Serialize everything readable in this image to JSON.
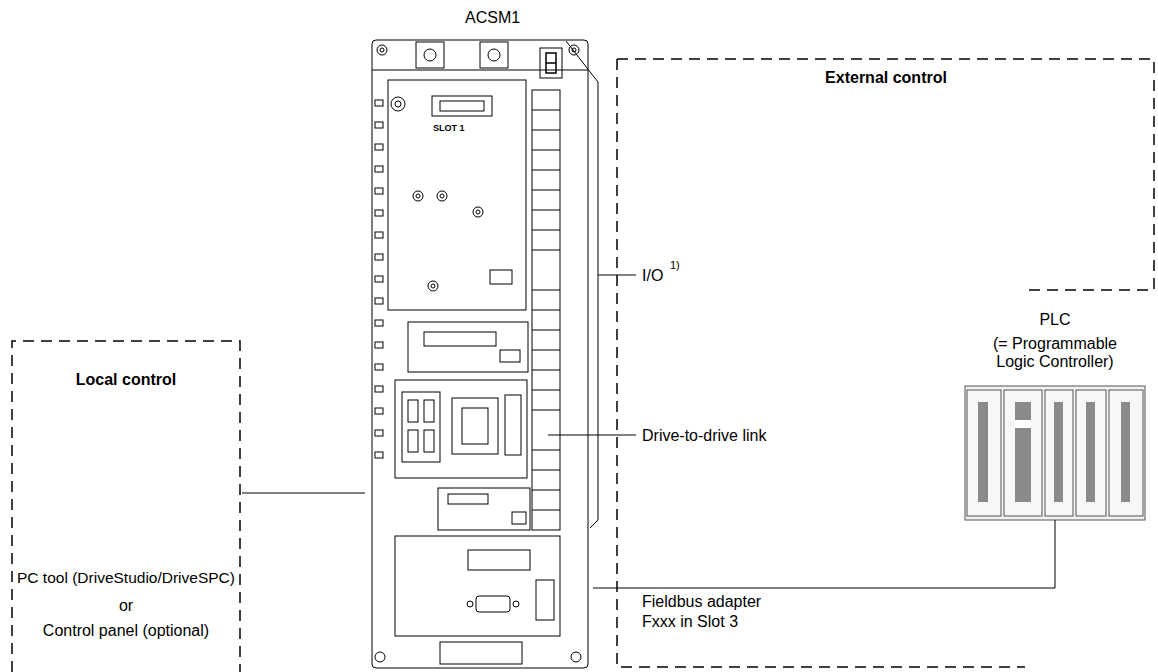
{
  "diagram": {
    "nodes": [
      {
        "text": [
          "ACSM1"
        ]
      },
      {
        "text": [
          "External control"
        ]
      },
      {
        "text": [
          "PLC",
          "(= Programmable Logic Controller)"
        ],
        "in": 1
      },
      {
        "text": [
          "Local control",
          "PC tool (DriveStudio/DriveSPC)",
          "or",
          "Control panel (optional)"
        ]
      }
    ],
    "edges": [
      {
        "from": 3,
        "to": 0,
        "arrow": "none"
      },
      {
        "from": 2,
        "to": 0,
        "arrow": "none",
        "label": "Fieldbus adapter Fxxx in Slot 3"
      }
    ],
    "labels": [
      "SLOT 1",
      "I/O",
      "1)",
      "Drive-to-drive link"
    ]
  }
}
